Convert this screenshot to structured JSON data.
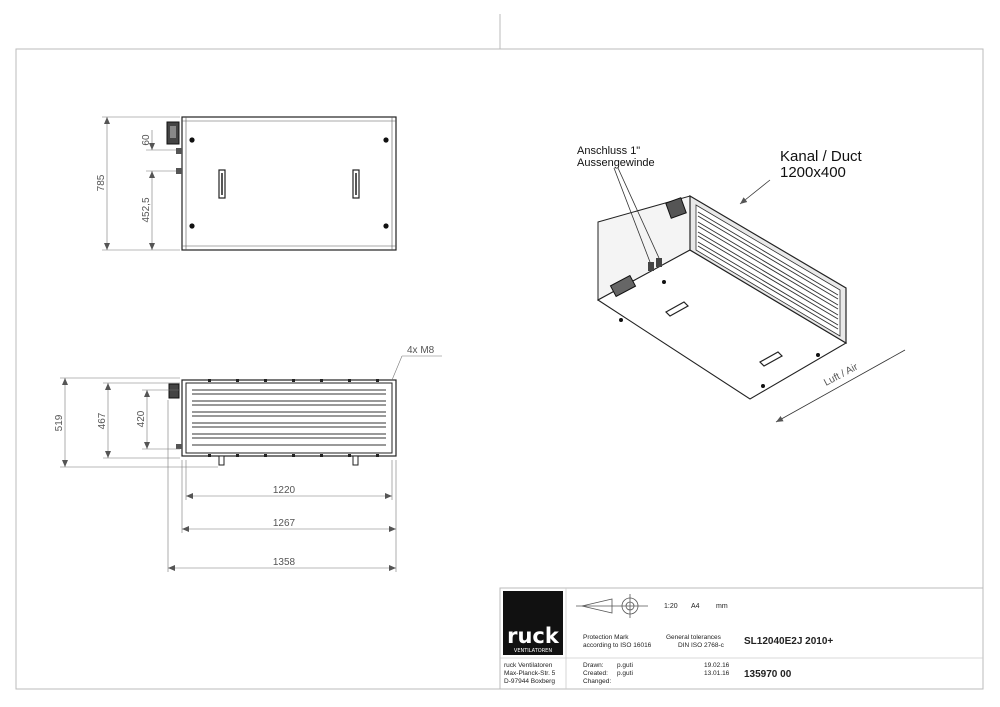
{
  "top_view": {
    "dims": {
      "depth_total": "785",
      "conn_offset": "60",
      "conn_to_front": "452,5"
    }
  },
  "front_view": {
    "dims": {
      "h1": "519",
      "h2": "467",
      "h3": "420",
      "w1": "1220",
      "w2": "1267",
      "w3": "1358"
    },
    "callout": "4x M8"
  },
  "iso_view": {
    "connection_line1": "Anschluss 1\"",
    "connection_line2": "Aussengewinde",
    "duct_line1": "Kanal / Duct",
    "duct_line2": "1200x400",
    "airflow": "Luft / Air"
  },
  "title_block": {
    "logo": "ruck",
    "logo_sub": "VENTILATOREN",
    "scale": "1:20",
    "paper": "A4",
    "unit": "mm",
    "protection_1": "Protection Mark",
    "protection_2": "according to ISO 16016",
    "tolerance_1": "General tolerances",
    "tolerance_2": "DIN ISO  2768-c",
    "article": "SL12040E2J 2010+",
    "company_1": "ruck Ventilatoren",
    "company_2": "Max-Planck-Str. 5",
    "company_3": "D-97944 Boxberg",
    "drawn_label": "Drawn:",
    "drawn_by": "p.guti",
    "drawn_date": "19.02.16",
    "created_label": "Created:",
    "created_by": "p.guti",
    "created_date": "13.01.16",
    "changed_label": "Changed:",
    "drawing_no": "135970  00"
  }
}
